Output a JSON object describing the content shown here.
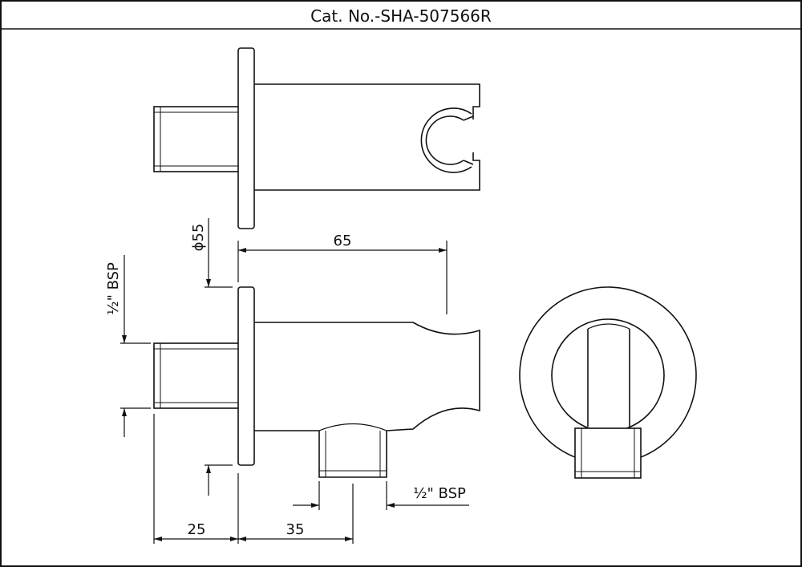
{
  "header": {
    "title": "Cat. No.-SHA-507566R"
  },
  "dimensions": {
    "diameter": "ϕ55",
    "length_65": "65",
    "bsp_vertical": "½\" BSP",
    "bsp_horizontal": "½\" BSP",
    "length_25": "25",
    "length_35": "35"
  },
  "colors": {
    "line": "#111111",
    "background": "#ffffff"
  }
}
